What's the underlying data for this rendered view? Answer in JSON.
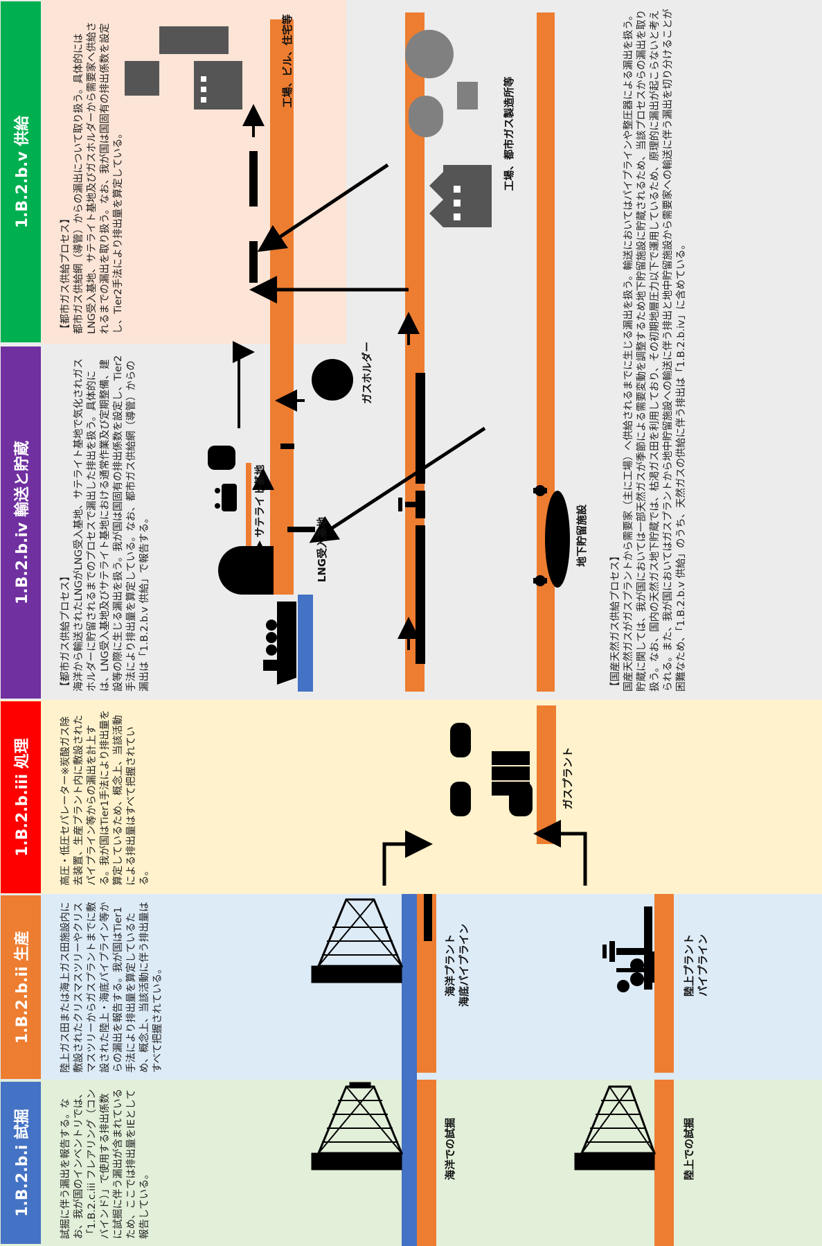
{
  "colors": {
    "exploration": "#4472c4",
    "production": "#ed7d31",
    "processing": "#ff0000",
    "transmission": "#7030a0",
    "distribution": "#00b050",
    "pipe": "#ed7d31",
    "sea": "#4472c4",
    "bg_exploration": "#e2efd9",
    "bg_production": "#ddebf7",
    "bg_processing": "#fff2cc",
    "bg_transmission": "#ececec",
    "bg_distribution": "#fce4d6"
  },
  "sections": [
    {
      "id": "exploration",
      "header": "1.B.2.b.i 試掘",
      "text": "試掘に伴う漏出を報告する。なお、我が国のインベントリでは、「1.B.2.c.iii フレアリング（コンバインド）」で使用する排出係数に試掘に伴う漏出が含まれているため、ここでは排出量をIEとして報告している。"
    },
    {
      "id": "production",
      "header": "1.B.2.b.ii 生産",
      "text": "陸上ガス田または海上ガス田施設内に敷設されたクリスマスツリーやクリスマスツリーからガスプラントまでに敷設された陸上・海底パイプライン等からの漏出を報告する。我が国はTier1手法により排出量を算定しているため、概念上、当該活動に伴う排出量はすべて把握されている。"
    },
    {
      "id": "processing",
      "header": "1.B.2.b.iii 処理",
      "text": "高圧・低圧セパレーター※炭酸ガス除去装置、生産プラント内に敷設されたパイプライン等からの漏出を計上する。我が国はTier1手法により排出量を算定しているため、概念上、当該活動による排出量はすべて把握されている。"
    },
    {
      "id": "transmission",
      "header": "1.B.2.b.iv 輸送と貯蔵",
      "text": "【都市ガス供給プロセス】\n海洋から輸送されたLNGがLNG受入基地、サテライト基地で気化されガスホルダーに貯留されるまでのプロセスで漏出した排出を扱う。具体的には、LNG受入基地及びサテライト基地における通常作業及び定期整備、建設等の際に生じる漏出を扱う。我が国は国固有の排出係数を設定し、Tier2手法により排出量を算定している。なお、都市ガス供給網（導管）からの漏出は「1.B.2.b.v 供給」で報告する。"
    },
    {
      "id": "distribution",
      "header": "1.B.2.b.v 供給",
      "text": "【都市ガス供給プロセス】\n都市ガス供給網（導管）からの漏出について取り扱う。具体的にはLNG受入基地、サテライト基地及びガスホルダーから需要家へ供給されるまでの漏出を取り扱う。なお、我が国は国固有の排出係数を設定し、Tier2手法により排出量を算定している。"
    }
  ],
  "domestic_text": "【国産天然ガス供給プロセス】\n国産天然ガスがガスプラントから需要家（主に工場）へ供給されるまでに生じる漏出を扱う。輸送においてはパイプラインや整圧器による漏出を扱う。貯蔵に関しては、我が国においては一部天然ガスが季節による需要変動を調整するため地下貯留施設に貯蔵されるため、当該プロセスからの漏出を取り扱う。なお、国内の天然ガス地下貯蔵では、枯渇ガス田を利用しており、その初期地層圧力以下で運用しているため、原理的に漏出が起こらないと考えられる。また、我が国においてはガスプラントから地中貯留施設への輸送に伴う排出と地中貯留施設から需要家への輸送に伴う漏出を切り分けることが困難なため、「1.B.2.b.v 供給」のうち、天然ガスの供給に伴う排出は「1.B.2.b.iv」に含めている。",
  "labels": {
    "offshore_drilling": "海洋での試掘",
    "onshore_drilling": "陸上での試掘",
    "offshore_plant": "海洋プラント\n海底パイプライン",
    "onshore_plant": "陸上プラント\nパイプライン",
    "gas_plant": "ガスプラント",
    "lng_terminal": "LNG受入基地",
    "satellite": "サテライト基地",
    "gas_holder": "ガスホルダー",
    "underground": "地下貯留施設",
    "factory_city_gas": "工場、都市ガス製造所等",
    "factory_building": "工場、ビル、住宅等"
  }
}
